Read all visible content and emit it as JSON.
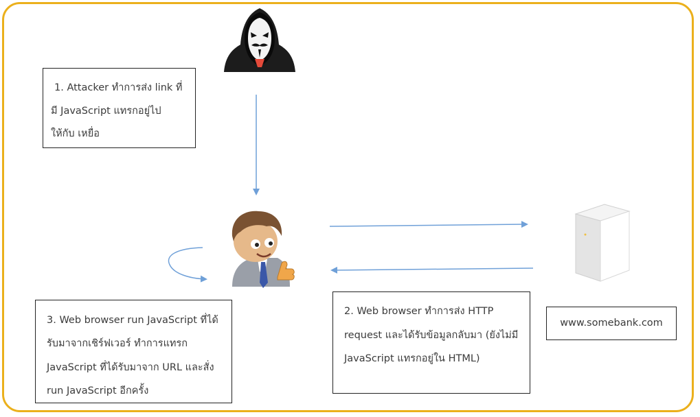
{
  "diagram": {
    "step1": {
      "lines": [
        "1. Attacker ทำการส่ง link ที่",
        "มี JavaScript แทรกอยู่ไป",
        "ให้กับ เหยื่อ"
      ]
    },
    "step2": {
      "lines": [
        "2. Web browser ทำการส่ง HTTP",
        "request และได้รับข้อมูลกลับมา (ยังไม่มี",
        "JavaScript แทรกอยู่ใน HTML)"
      ]
    },
    "step3": {
      "lines": [
        "3. Web browser run JavaScript ที่ได้",
        "รับมาจากเชิร์ฟเวอร์ ทำการแทรก",
        "JavaScript ที่ได้รับมาจาก URL และสั่ง",
        "run JavaScript อีกครั้ง"
      ]
    },
    "server_label": "www.somebank.com",
    "icons": {
      "attacker": "hooded-hacker-mask-icon",
      "victim": "victim-user-thumbs-up-icon",
      "server": "server-tower-icon"
    },
    "colors": {
      "frame": "#EBB01C",
      "arrow": "#6FA0D8",
      "text": "#333333"
    }
  }
}
